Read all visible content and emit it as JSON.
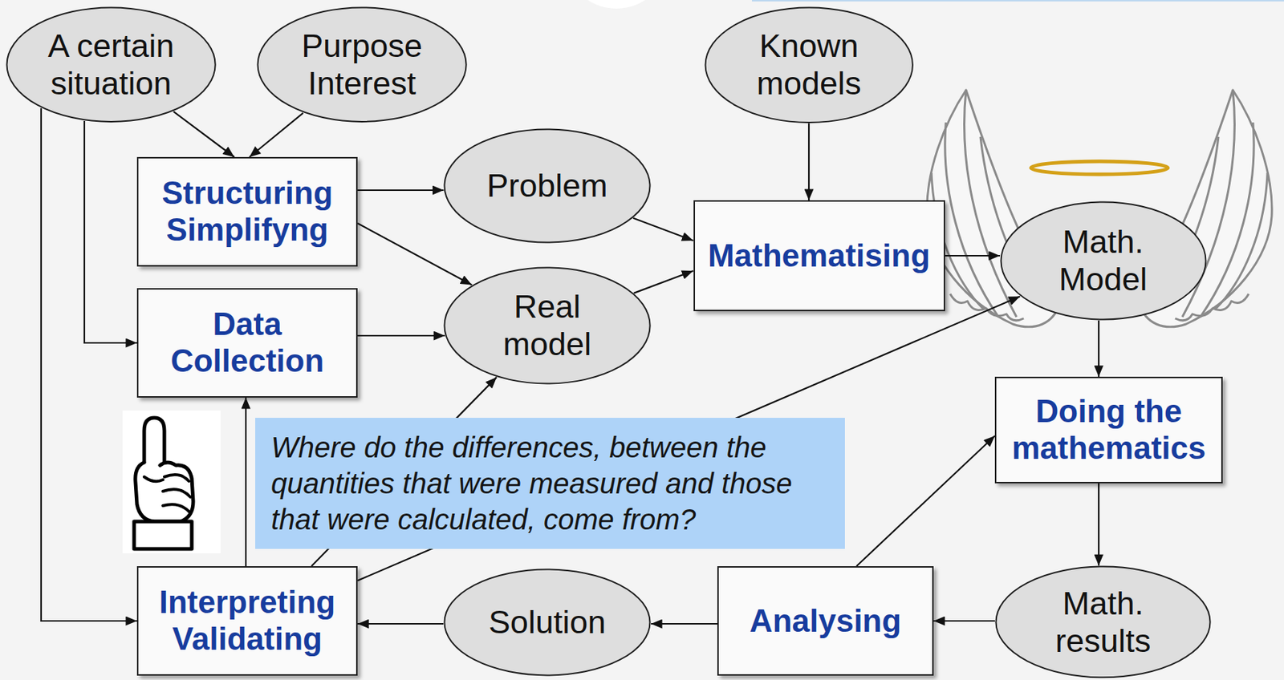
{
  "diagram": {
    "nodes": [
      {
        "text": [
          "A certain situation"
        ]
      },
      {
        "text": [
          "Purpose Interest"
        ]
      },
      {
        "text": [
          "Known models"
        ]
      },
      {
        "text": [
          "Structuring Simplifyng"
        ]
      },
      {
        "text": [
          "Problem"
        ]
      },
      {
        "text": [
          "Mathematising"
        ]
      },
      {
        "text": [
          "Math. Model"
        ]
      },
      {
        "text": [
          "Data Collection"
        ]
      },
      {
        "text": [
          "Real model"
        ]
      },
      {
        "text": [
          "Doing the mathematics"
        ]
      },
      {
        "text": [
          "Interpreting Validating"
        ]
      },
      {
        "text": [
          "Solution"
        ]
      },
      {
        "text": [
          "Analysing"
        ]
      },
      {
        "text": [
          "Math. results"
        ]
      },
      {
        "text": [
          "Where do the differences, between the quantities that were measured and those that were calculated, come from?"
        ]
      }
    ],
    "edges": [
      {
        "from": 0,
        "to": 3,
        "arrow": "to"
      },
      {
        "from": 1,
        "to": 3,
        "arrow": "to"
      },
      {
        "from": 0,
        "to": 7,
        "arrow": "to"
      },
      {
        "from": 0,
        "to": 10,
        "arrow": "to"
      },
      {
        "from": 3,
        "to": 4,
        "arrow": "to"
      },
      {
        "from": 3,
        "to": 8,
        "arrow": "to"
      },
      {
        "from": 7,
        "to": 8,
        "arrow": "to"
      },
      {
        "from": 4,
        "to": 5,
        "arrow": "to"
      },
      {
        "from": 8,
        "to": 5,
        "arrow": "to"
      },
      {
        "from": 2,
        "to": 5,
        "arrow": "to"
      },
      {
        "from": 5,
        "to": 6,
        "arrow": "to"
      },
      {
        "from": 6,
        "to": 9,
        "arrow": "to"
      },
      {
        "from": 9,
        "to": 13,
        "arrow": "to"
      },
      {
        "from": 13,
        "to": 12,
        "arrow": "to"
      },
      {
        "from": 12,
        "to": 11,
        "arrow": "to"
      },
      {
        "from": 11,
        "to": 10,
        "arrow": "to"
      },
      {
        "from": 10,
        "to": 7,
        "arrow": "to"
      },
      {
        "from": 10,
        "to": 8,
        "arrow": "to"
      },
      {
        "from": 10,
        "to": 6,
        "arrow": "to"
      },
      {
        "from": 12,
        "to": 9,
        "arrow": "to"
      }
    ]
  }
}
